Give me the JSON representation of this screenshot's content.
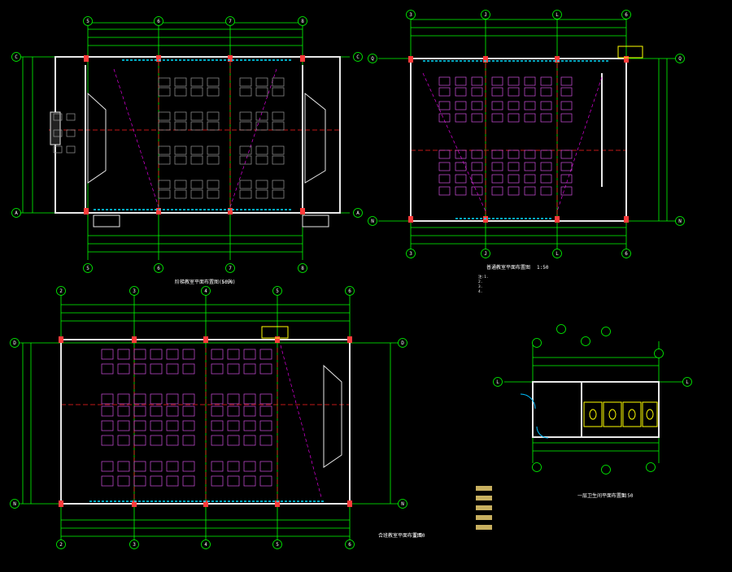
{
  "colors": {
    "background": "#000000",
    "dimension": "#00ff00",
    "wall": "#e8e8e8",
    "column": "#ff3b3b",
    "axis": "#ff2020",
    "furniture_gray": "#9a9a9a",
    "furniture_magenta": "#d050e0",
    "window": "#00e0ff",
    "door": "#00c0ff",
    "text": "#ffffff",
    "accent_yellow": "#ffff00",
    "diag": "#ff00ff",
    "legend_fill": "#c8b060"
  },
  "plans": {
    "p1": {
      "top_grid": [
        "5",
        "6",
        "7",
        "8"
      ],
      "left_grid": [
        "C",
        "A"
      ],
      "title": "阶梯教室平面布置图(50人)",
      "scale": "1:50"
    },
    "p2": {
      "top_grid": [
        "3",
        "J",
        "L",
        "6"
      ],
      "left_grid": [
        "Q",
        "N"
      ],
      "title": "普通教室平面布置图",
      "scale": "1:50",
      "notes": [
        "注:1.",
        "2.",
        "3.",
        "4."
      ]
    },
    "p3": {
      "top_grid": [
        "2",
        "3",
        "4",
        "5",
        "6"
      ],
      "left_grid": [
        "D",
        "N"
      ],
      "title": "合班教室平面布置图",
      "scale": "1:50"
    },
    "p4": {
      "top_grid": [
        "L"
      ],
      "title": "一层卫生间平面布置图",
      "scale": "1:50"
    }
  },
  "legend": {
    "items": [
      "",
      "",
      "",
      "",
      ""
    ],
    "note": ""
  }
}
